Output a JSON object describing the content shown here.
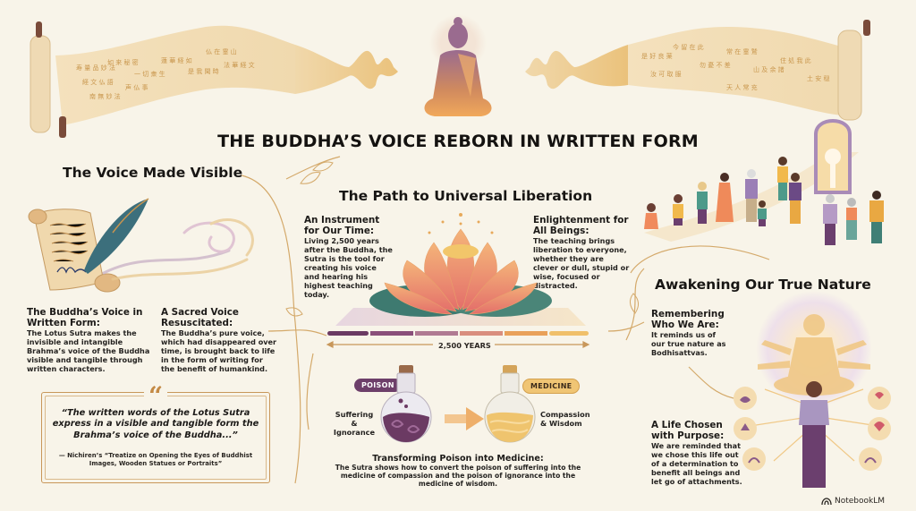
{
  "title": "THE BUDDHA’S VOICE REBORN IN WRITTEN FORM",
  "colors": {
    "background": "#f8f4e9",
    "gold": "#c8975a",
    "purple": "#6d3f6a",
    "orange": "#e9a15a",
    "teal": "#3f7f76"
  },
  "header": {
    "left_scroll_icon": "scroll-icon",
    "right_scroll_icon": "scroll-icon",
    "center_icon": "meditating-buddha-icon",
    "sound_wave_icons": [
      "sound-wave-icon",
      "sound-wave-icon"
    ]
  },
  "voice_made_visible": {
    "title": "The Voice Made Visible",
    "illustration": "quill-and-scroll-icon",
    "blocks": [
      {
        "heading": "The Buddha’s Voice in Written Form:",
        "body": "The Lotus Sutra makes the invisible and intangible Brahma’s voice of the Buddha visible and tangible through written characters."
      },
      {
        "heading": "A Sacred Voice Resuscitated:",
        "body": "The Buddha’s pure voice, which had disappeared over time, is brought back to life in the form of writing for the benefit of humankind."
      }
    ],
    "quote": {
      "mark": "“",
      "text": "“The written words of the Lotus Sutra express in a visible and tangible form the Brahma’s voice of the Buddha...”",
      "source": "— Nichiren’s “Treatize on Opening the Eyes of Buddhist Images, Wooden Statues or Portraits”"
    }
  },
  "universal_liberation": {
    "title": "The Path to Universal Liberation",
    "illustration": "lotus-flower-icon",
    "blocks": [
      {
        "heading": "An Instrument for Our Time:",
        "body": "Living 2,500 years after the Buddha, the Sutra is the tool for creating his voice and hearing his highest teaching today."
      },
      {
        "heading": "Enlightenment for All Beings:",
        "body": "The teaching brings liberation to everyone, whether they are clever or dull, stupid or wise, focused or distracted."
      }
    ],
    "timeline": {
      "label": "2,500 YEARS",
      "segments": [
        "#6b3a63",
        "#8a4f7a",
        "#b07a92",
        "#d98e7e",
        "#e9a15a",
        "#f0c06a"
      ]
    },
    "transformation": {
      "poison_tag": "POISON",
      "poison_label": "Suffering & Ignorance",
      "medicine_tag": "MEDICINE",
      "medicine_label": "Compassion & Wisdom",
      "arrow_icon": "arrow-right-icon",
      "title": "Transforming Poison into Medicine:",
      "body": "The Sutra shows how to convert the poison of suffering into the medicine of compassion and the poison of ignorance into the medicine of wisdom."
    }
  },
  "true_nature": {
    "title": "Awakening Our True Nature",
    "illustration_top": "people-walking-to-gateway-icon",
    "illustration_bottom": "bodhisattva-and-person-icon",
    "blocks": [
      {
        "heading": "Remembering Who We Are:",
        "body": "It reminds us of our true nature as Bodhisattvas."
      },
      {
        "heading": "A Life Chosen with Purpose:",
        "body": "We are reminded that we chose this life out of a determination to benefit all beings and let go of attachments."
      }
    ],
    "virtue_icons": [
      "caring-hands-icon",
      "heart-in-hand-icon",
      "high-five-icon",
      "heartbeat-icon",
      "offering-hands-icon",
      "helping-hand-icon"
    ]
  },
  "footer": {
    "brand": "NotebookLM"
  }
}
